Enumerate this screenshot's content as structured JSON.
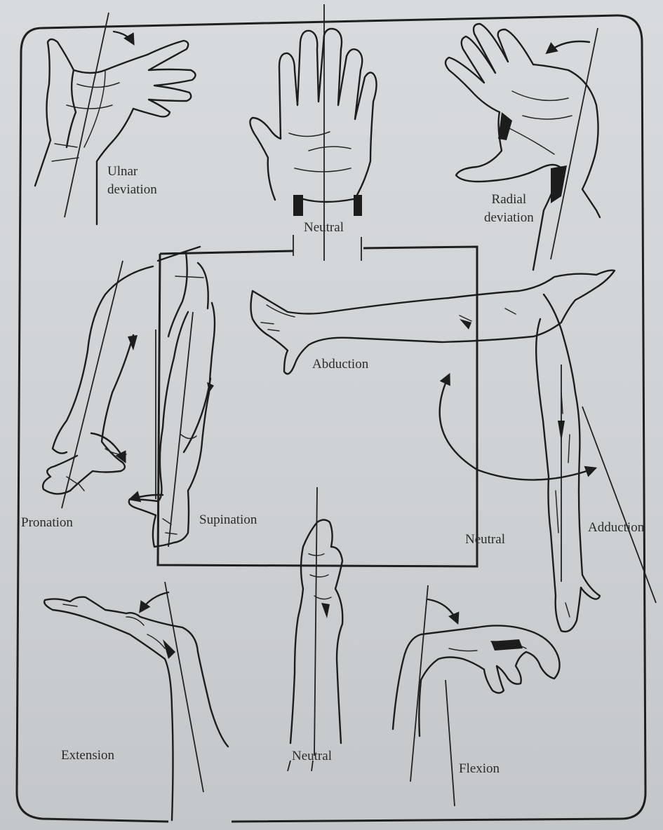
{
  "labels": {
    "ulnar_deviation": "Ulnar\ndeviation",
    "neutral_top": "Neutral",
    "radial_deviation": "Radial\ndeviation",
    "abduction": "Abduction",
    "pronation": "Pronation",
    "supination": "Supination",
    "neutral_center": "Neutral",
    "adduction": "Adduction",
    "extension": "Extension",
    "neutral_bottom": "Neutral",
    "flexion": "Flexion"
  },
  "colors": {
    "paper": "#d3d6d9",
    "ink": "#1d1d1d"
  }
}
